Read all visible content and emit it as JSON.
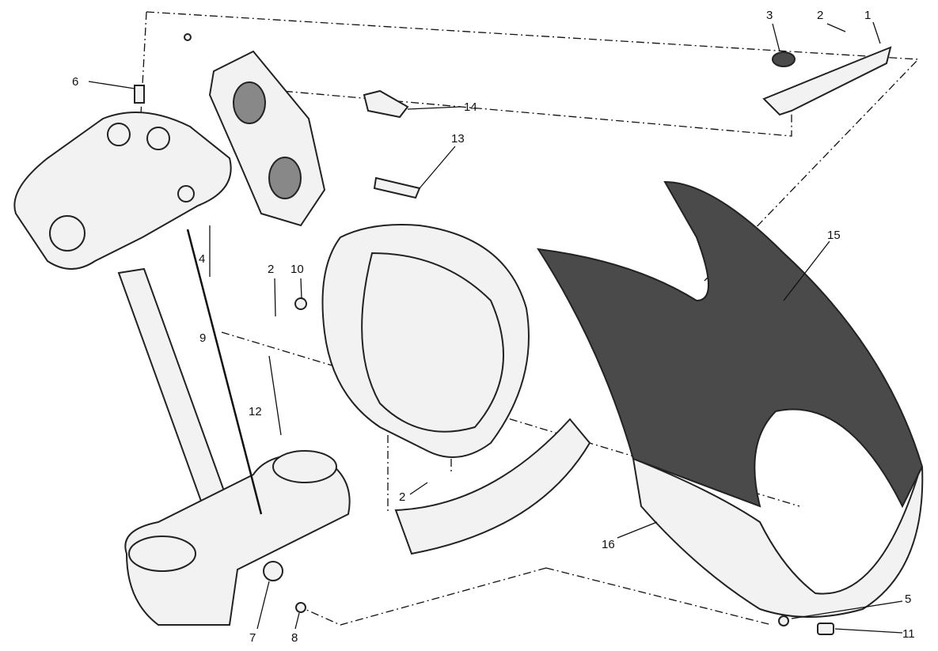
{
  "diagram": {
    "callouts": [
      "1",
      "2",
      "3",
      "2",
      "6",
      "14",
      "13",
      "15",
      "4",
      "2",
      "10",
      "9",
      "12",
      "2",
      "16",
      "5",
      "11",
      "7",
      "8"
    ]
  }
}
